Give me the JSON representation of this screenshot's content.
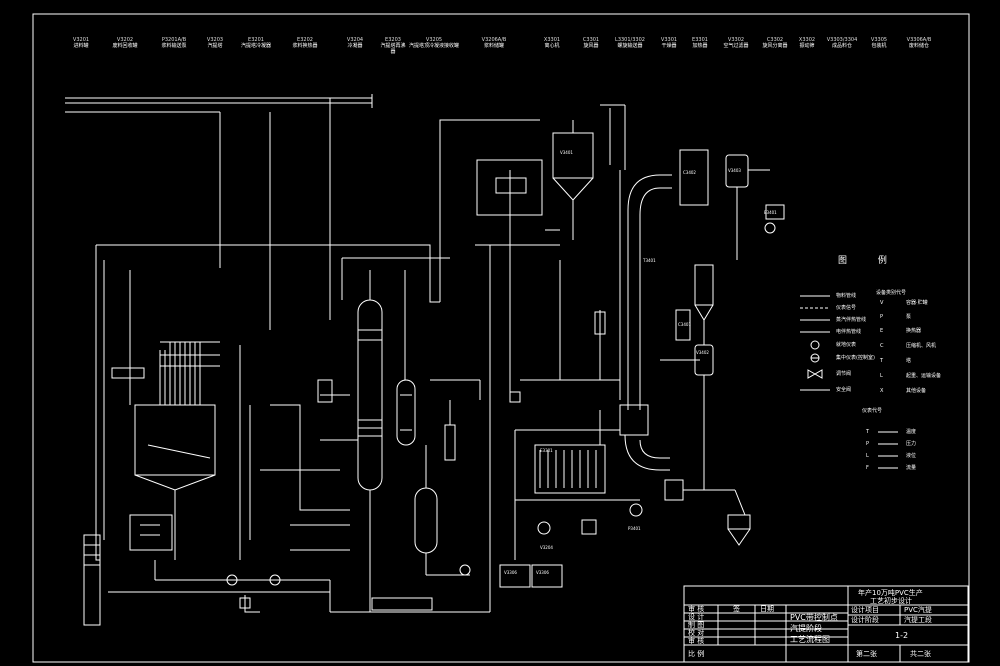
{
  "drawing": {
    "equipment_top": [
      {
        "tag": "V3201",
        "name": "进料罐"
      },
      {
        "tag": "V3202",
        "name": "废料回收罐"
      },
      {
        "tag": "P3201A/B",
        "name": "浆料输送泵"
      },
      {
        "tag": "V3203",
        "name": "汽提塔"
      },
      {
        "tag": "E3201",
        "name": "汽提塔冷凝器"
      },
      {
        "tag": "E3202",
        "name": "浆料换热器"
      },
      {
        "tag": "V3204",
        "name": "冷凝器"
      },
      {
        "tag": "E3203",
        "name": "汽提塔再沸器"
      },
      {
        "tag": "V3205",
        "name": "汽提塔顶冷凝液接收罐"
      },
      {
        "tag": "V3206A/B",
        "name": "浆料储罐"
      },
      {
        "tag": "X3301",
        "name": "离心机"
      },
      {
        "tag": "C3301",
        "name": "旋风器"
      },
      {
        "tag": "L3301/3302",
        "name": "螺旋输送器"
      },
      {
        "tag": "V3301",
        "name": "干燥器"
      },
      {
        "tag": "E3301",
        "name": "加热器"
      },
      {
        "tag": "V3302",
        "name": "空气过滤器"
      },
      {
        "tag": "C3302",
        "name": "旋风分离器"
      },
      {
        "tag": "X3302",
        "name": "振动筛"
      },
      {
        "tag": "V3303/3304",
        "name": "成品料仓"
      },
      {
        "tag": "V3305",
        "name": "包装机"
      },
      {
        "tag": "V3306A/B",
        "name": "废料储仓"
      }
    ],
    "equipment_tags": {
      "v3401": "V3401",
      "c3402": "C3402",
      "v3403": "V3403",
      "e3401": "E3401",
      "t3401": "T3401",
      "c3401": "C3401",
      "v3402": "V3402",
      "e3301": "E3301",
      "v3204": "V3204",
      "p3401": "P3401",
      "v3306a": "V3306",
      "v3306b": "V3306"
    },
    "legend": {
      "title": "图 例",
      "line_items": [
        "物料管线",
        "仪表信号",
        "蒸汽伴热管线",
        "电伴热管线",
        "就地仪表",
        "集中仪表(控制室)",
        "调节阀",
        "安全阀"
      ],
      "equipment_codes_title": "设备类别代号",
      "equipment_codes": [
        {
          "code": "V",
          "meaning": "容器·贮罐"
        },
        {
          "code": "P",
          "meaning": "泵"
        },
        {
          "code": "E",
          "meaning": "换热器"
        },
        {
          "code": "C",
          "meaning": "压缩机、风机"
        },
        {
          "code": "T",
          "meaning": "塔"
        },
        {
          "code": "L",
          "meaning": "起重、运输设备"
        },
        {
          "code": "X",
          "meaning": "其他设备"
        }
      ],
      "instrument_codes_title": "仪表代号",
      "instrument_codes": [
        {
          "code": "T",
          "meaning": "温度"
        },
        {
          "code": "P",
          "meaning": "压力"
        },
        {
          "code": "L",
          "meaning": "液位"
        },
        {
          "code": "F",
          "meaning": "流量"
        }
      ]
    },
    "title_block": {
      "project_line1": "年产10万吨PVC生产",
      "project_line2": "工艺初步设计",
      "design_project_label": "设计项目",
      "design_project_value": "PVC汽提",
      "design_stage_label": "设计阶段",
      "design_stage_value": "汽提工段",
      "drawing_title_1": "PVC带控制点",
      "drawing_title_2": "汽提阶段",
      "drawing_title_3": "工艺流程图",
      "drawing_no": "1-2",
      "roles": [
        "审 核",
        "设 计",
        "制 图",
        "校 对",
        "审 核"
      ],
      "sign_header": "签",
      "date_header": "日期",
      "scale_label": "比 例",
      "sheet_label": "第二张",
      "total_label": "共二张"
    }
  }
}
